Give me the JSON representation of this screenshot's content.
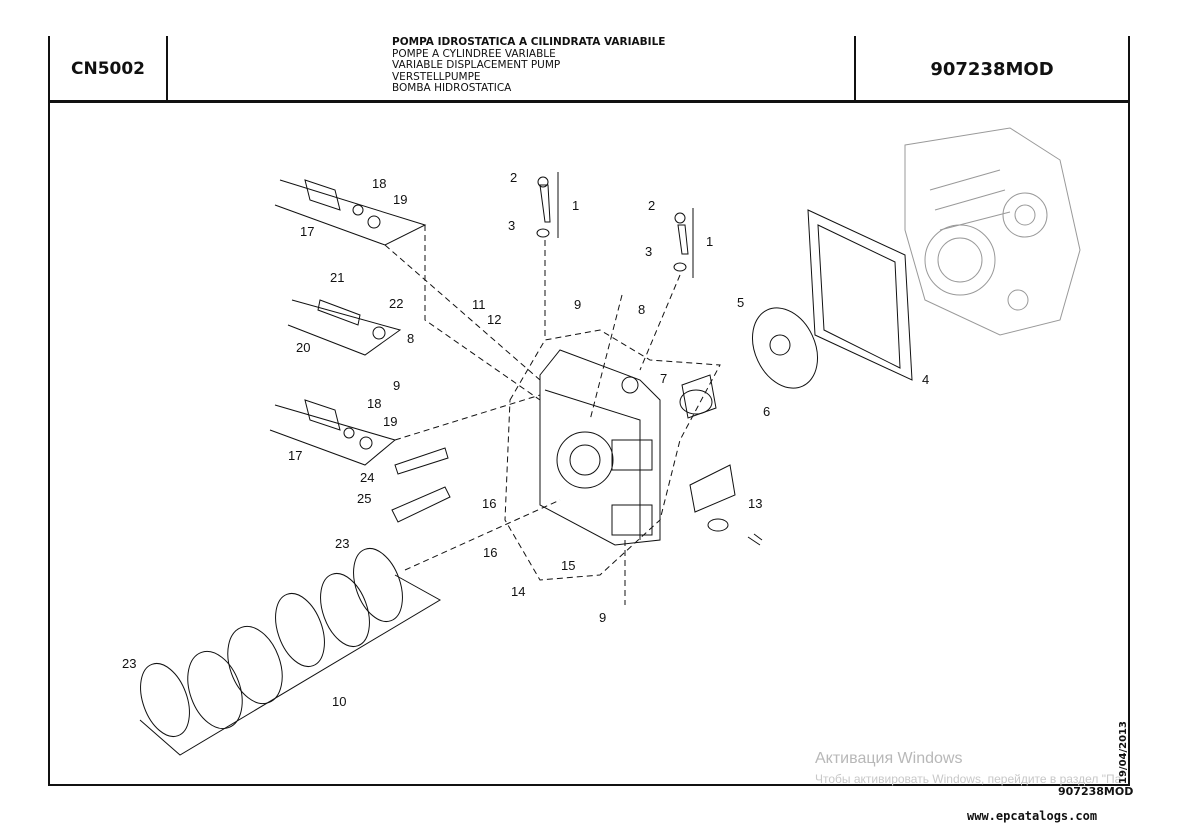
{
  "header": {
    "code": "CN5002",
    "titles": [
      "POMPA IDROSTATICA A CILINDRATA VARIABILE",
      "POMPE A CYLINDREE VARIABLE",
      "VARIABLE DISPLACEMENT PUMP",
      "VERSTELLPUMPE",
      "BOMBA HIDROSTATICA"
    ],
    "reference": "907238MOD"
  },
  "callouts": [
    {
      "id": "c-2a",
      "label": "2"
    },
    {
      "id": "c-1a",
      "label": "1"
    },
    {
      "id": "c-3a",
      "label": "3"
    },
    {
      "id": "c-2b",
      "label": "2"
    },
    {
      "id": "c-1b",
      "label": "1"
    },
    {
      "id": "c-3b",
      "label": "3"
    },
    {
      "id": "c-18a",
      "label": "18"
    },
    {
      "id": "c-19a",
      "label": "19"
    },
    {
      "id": "c-17a",
      "label": "17"
    },
    {
      "id": "c-21",
      "label": "21"
    },
    {
      "id": "c-22",
      "label": "22"
    },
    {
      "id": "c-20",
      "label": "20"
    },
    {
      "id": "c-8a",
      "label": "8"
    },
    {
      "id": "c-11",
      "label": "11"
    },
    {
      "id": "c-12",
      "label": "12"
    },
    {
      "id": "c-9a",
      "label": "9"
    },
    {
      "id": "c-8b",
      "label": "8"
    },
    {
      "id": "c-9b",
      "label": "9"
    },
    {
      "id": "c-18b",
      "label": "18"
    },
    {
      "id": "c-19b",
      "label": "19"
    },
    {
      "id": "c-17b",
      "label": "17"
    },
    {
      "id": "c-7",
      "label": "7"
    },
    {
      "id": "c-5",
      "label": "5"
    },
    {
      "id": "c-6",
      "label": "6"
    },
    {
      "id": "c-4",
      "label": "4"
    },
    {
      "id": "c-24",
      "label": "24"
    },
    {
      "id": "c-25",
      "label": "25"
    },
    {
      "id": "c-16a",
      "label": "16"
    },
    {
      "id": "c-16b",
      "label": "16"
    },
    {
      "id": "c-13",
      "label": "13"
    },
    {
      "id": "c-15",
      "label": "15"
    },
    {
      "id": "c-14",
      "label": "14"
    },
    {
      "id": "c-9c",
      "label": "9"
    },
    {
      "id": "c-23a",
      "label": "23"
    },
    {
      "id": "c-23b",
      "label": "23"
    },
    {
      "id": "c-10",
      "label": "10"
    }
  ],
  "watermark": {
    "line1": "Активация Windows",
    "line2": "Чтобы активировать Windows, перейдите в раздел \"Па"
  },
  "footer": {
    "date": "19/04/2013",
    "reference": "907238MOD",
    "website": "www.epcatalogs.com"
  }
}
